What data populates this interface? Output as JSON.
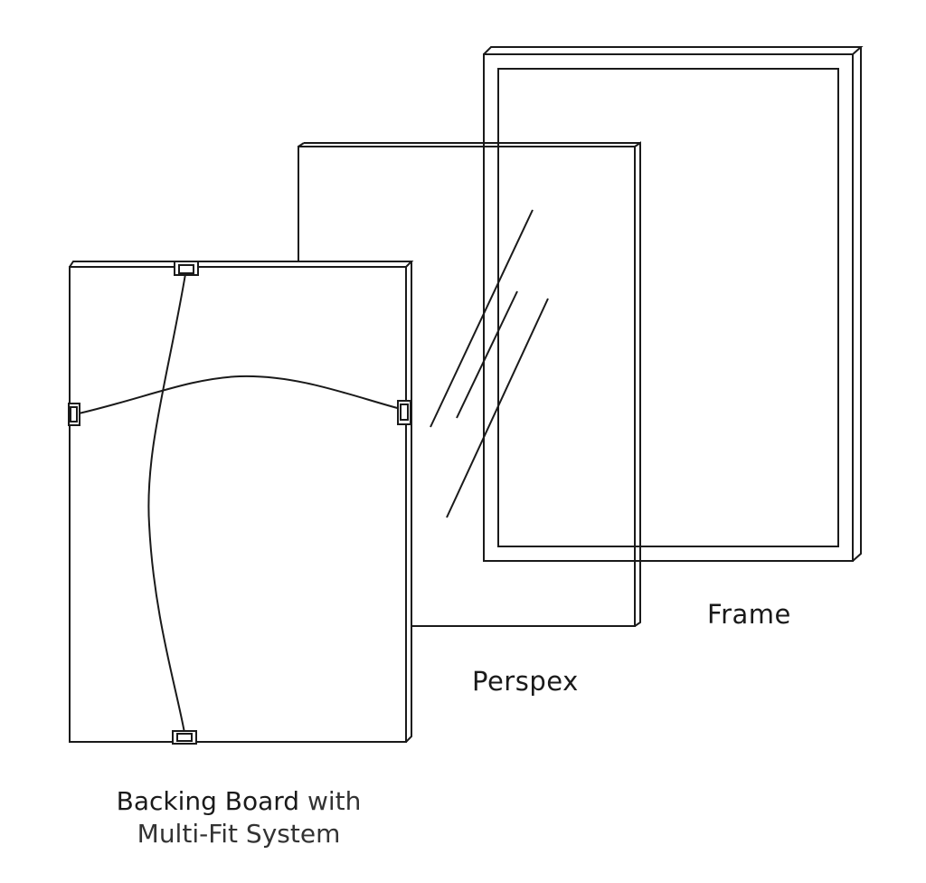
{
  "labels": {
    "frame": "Frame",
    "perspex": "Perspex",
    "backing_board_bold": "Backing Board",
    "backing_board_with": " with",
    "multi_fit": "Multi-Fit System"
  },
  "colors": {
    "line": "#1a1a1a",
    "background": "#ffffff"
  }
}
